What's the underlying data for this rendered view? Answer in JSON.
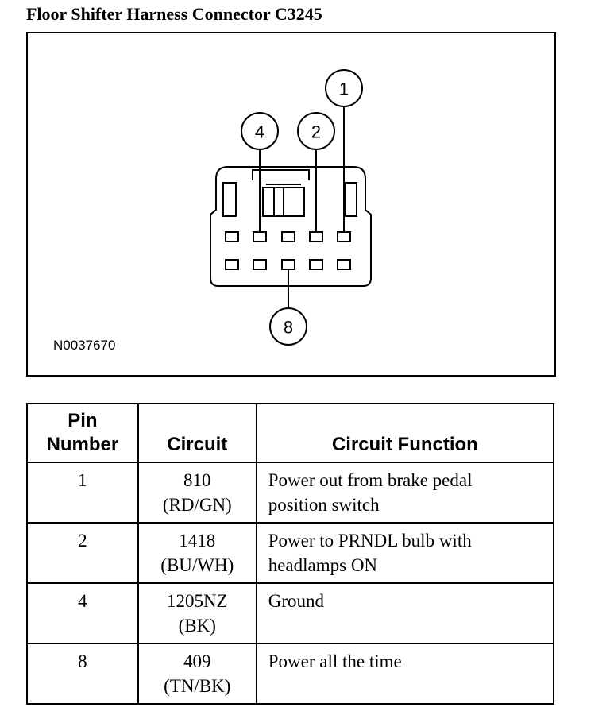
{
  "title": "Floor Shifter Harness Connector C3245",
  "figure": {
    "ref_id": "N0037670",
    "callouts": [
      "1",
      "4",
      "2",
      "8"
    ]
  },
  "table": {
    "headers": {
      "pin_line1": "Pin",
      "pin_line2": "Number",
      "circuit": "Circuit",
      "function": "Circuit Function"
    },
    "rows": [
      {
        "pin": "1",
        "circuit": "810",
        "color": "(RD/GN)",
        "func_line1": "Power out from brake pedal",
        "func_line2": "position switch"
      },
      {
        "pin": "2",
        "circuit": "1418",
        "color": "(BU/WH)",
        "func_line1": "Power to PRNDL bulb with",
        "func_line2": "headlamps ON"
      },
      {
        "pin": "4",
        "circuit": "1205NZ",
        "color": "(BK)",
        "func_line1": "Ground",
        "func_line2": ""
      },
      {
        "pin": "8",
        "circuit": "409",
        "color": "(TN/BK)",
        "func_line1": "Power all the time",
        "func_line2": ""
      }
    ]
  }
}
